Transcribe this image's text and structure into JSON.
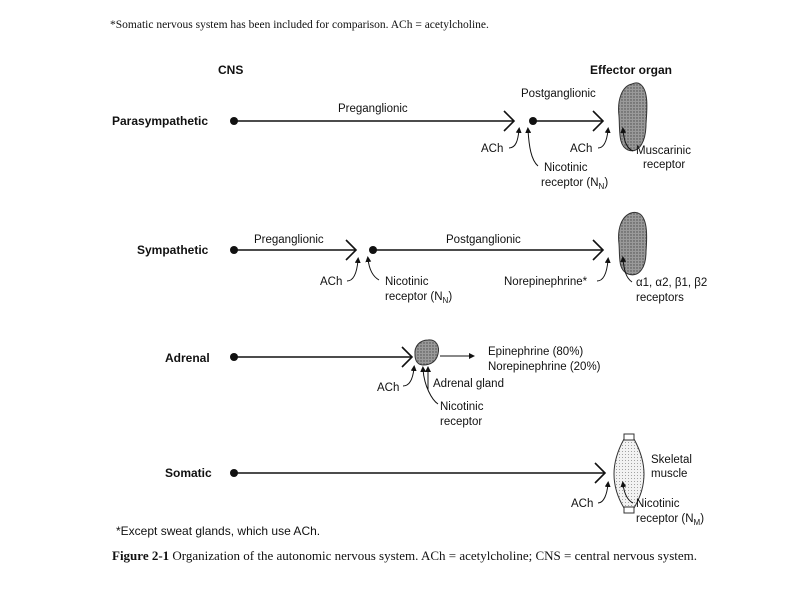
{
  "top_note": "*Somatic nervous system has been included for comparison. ACh = acetylcholine.",
  "headers": {
    "cns": "CNS",
    "effector": "Effector organ"
  },
  "rows": {
    "parasympathetic": {
      "label": "Parasympathetic",
      "pre": "Preganglionic",
      "post": "Postganglionic",
      "ach1": "ACh",
      "ach2": "ACh",
      "nicotinic_line1": "Nicotinic",
      "nicotinic_line2": "receptor (N",
      "nicotinic_sub": "N",
      "muscarinic_line1": "Muscarinic",
      "muscarinic_line2": "receptor"
    },
    "sympathetic": {
      "label": "Sympathetic",
      "pre": "Preganglionic",
      "post": "Postganglionic",
      "ach": "ACh",
      "nicotinic_line1": "Nicotinic",
      "nicotinic_line2": "receptor (N",
      "nicotinic_sub": "N",
      "norepinephrine": "Norepinephrine*",
      "receptors_line1": "α1, α2, β1, β2",
      "receptors_line2": "receptors"
    },
    "adrenal": {
      "label": "Adrenal",
      "epinephrine": "Epinephrine (80%)",
      "norepinephrine": "Norepinephrine (20%)",
      "ach": "ACh",
      "gland": "Adrenal gland",
      "nicotinic_line1": "Nicotinic",
      "nicotinic_line2": "receptor"
    },
    "somatic": {
      "label": "Somatic",
      "muscle_line1": "Skeletal",
      "muscle_line2": "muscle",
      "ach": "ACh",
      "nicotinic_line1": "Nicotinic",
      "nicotinic_line2": "receptor (N",
      "nicotinic_sub": "M"
    }
  },
  "footnote": "*Except sweat glands, which use ACh.",
  "caption": {
    "label": "Figure 2-1",
    "text": " Organization of the autonomic nervous system. ACh = acetylcholine; CNS = central nervous system."
  },
  "colors": {
    "ink": "#111111",
    "organ_fill": "#8a8a8a",
    "muscle_fill": "#e6e6e6"
  }
}
